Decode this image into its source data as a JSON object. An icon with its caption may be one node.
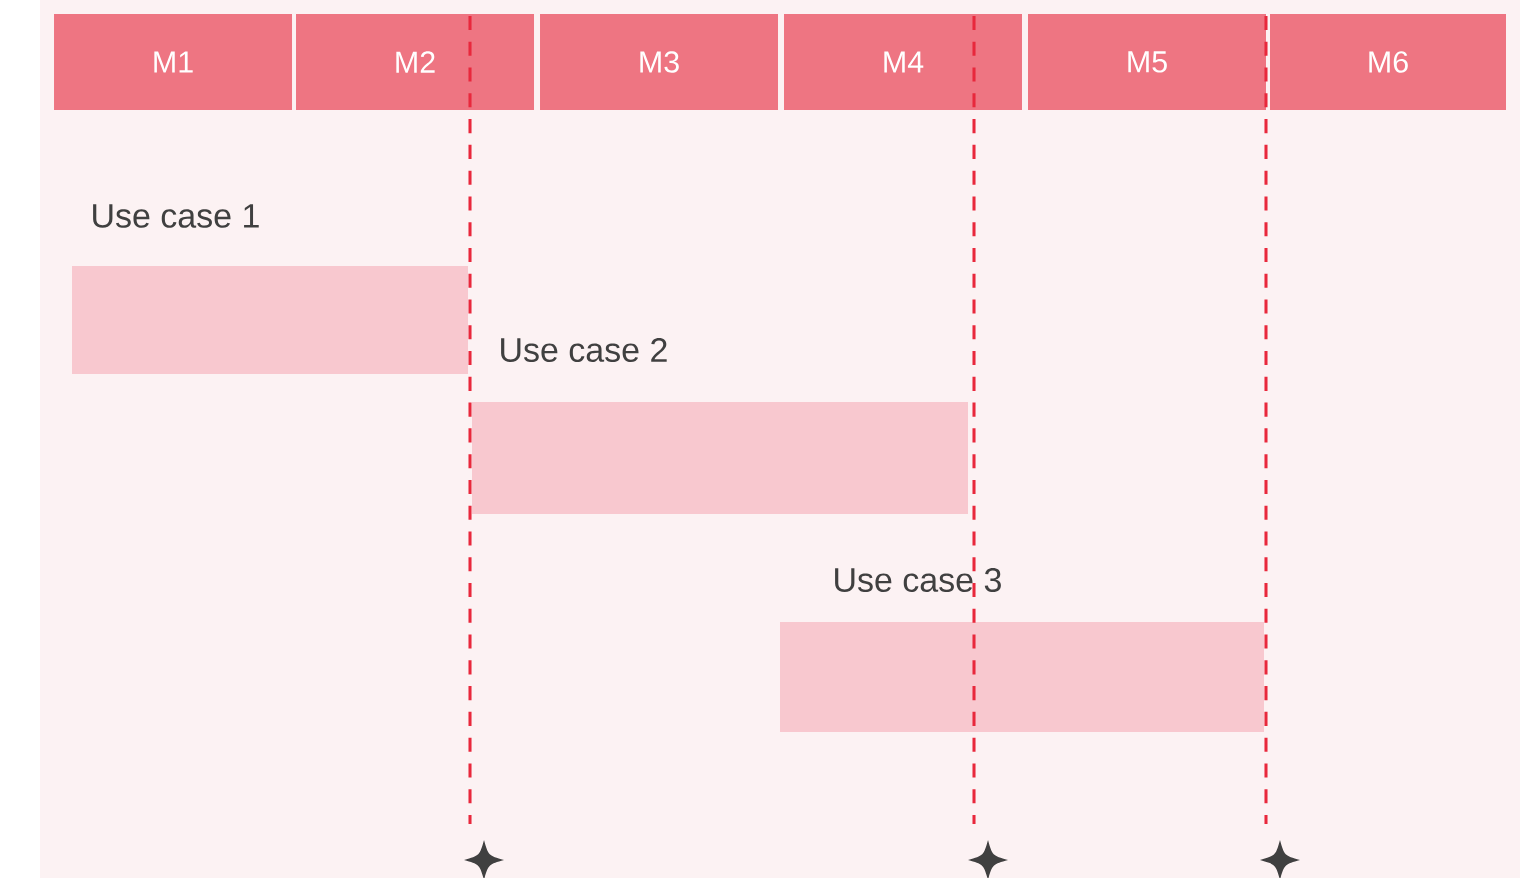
{
  "diagram": {
    "nodes": [
      {
        "text": [
          "M1"
        ]
      },
      {
        "text": [
          "M2"
        ]
      },
      {
        "text": [
          "M3"
        ]
      },
      {
        "text": [
          "M4"
        ]
      },
      {
        "text": [
          "M5"
        ]
      },
      {
        "text": [
          "M6"
        ]
      },
      {
        "text": [
          "Use case 1"
        ]
      },
      {
        "text": [
          "Use case 2"
        ]
      },
      {
        "text": [
          "Use case 3"
        ]
      }
    ]
  }
}
